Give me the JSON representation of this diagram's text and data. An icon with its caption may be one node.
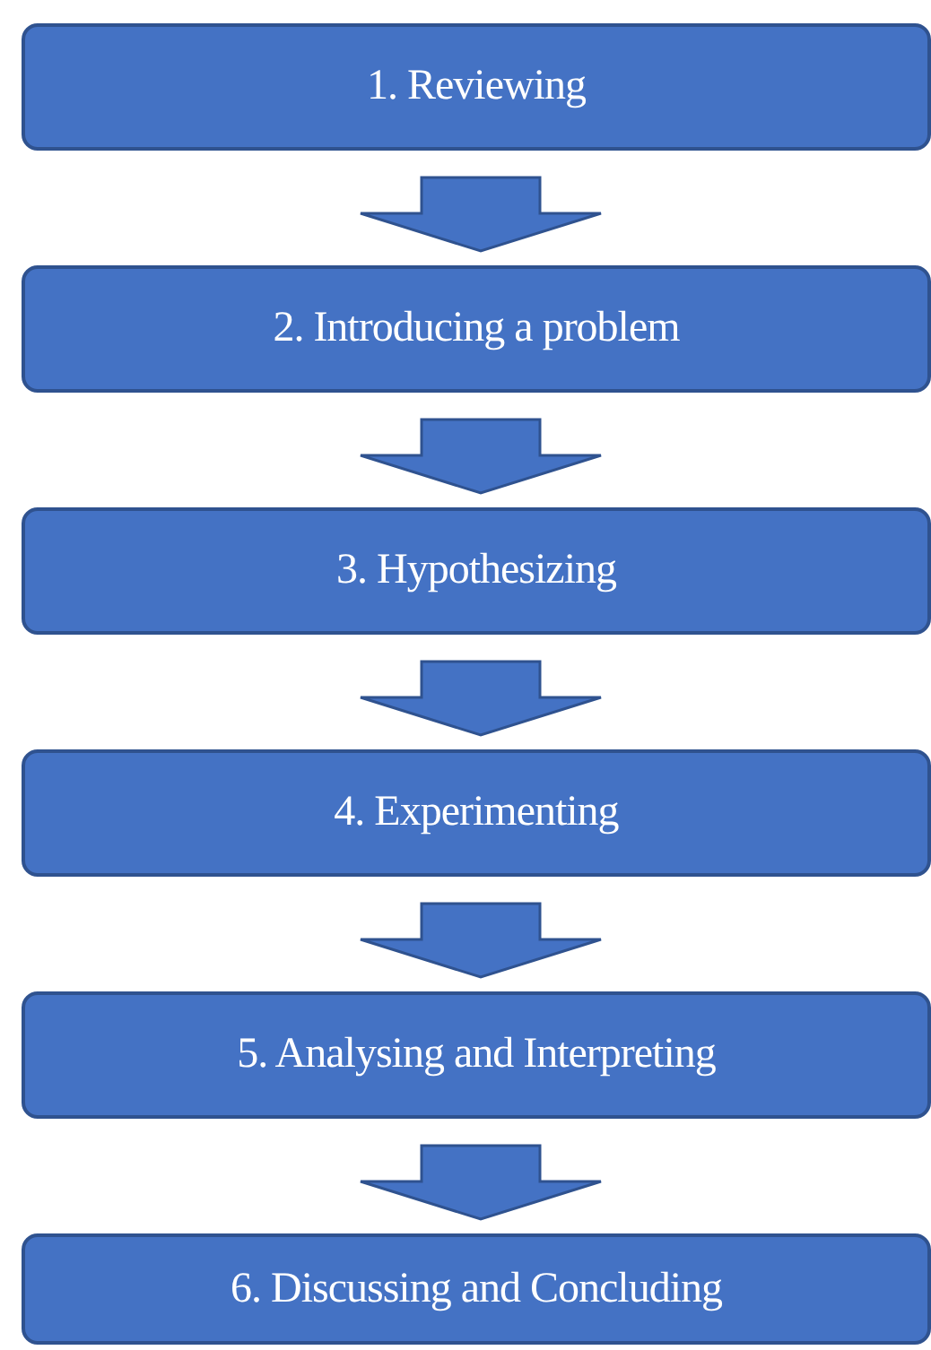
{
  "diagram": {
    "nodes": [
      {
        "text": [
          "1. Reviewing"
        ]
      },
      {
        "text": [
          "2. Introducing a problem"
        ]
      },
      {
        "text": [
          "3. Hypothesizing"
        ]
      },
      {
        "text": [
          "4. Experimenting"
        ]
      },
      {
        "text": [
          "5. Analysing and Interpreting"
        ]
      },
      {
        "text": [
          "6. Discussing and Concluding"
        ]
      }
    ],
    "edges": [
      {
        "from": 0,
        "to": 1,
        "arrow": "to"
      },
      {
        "from": 1,
        "to": 2,
        "arrow": "to"
      },
      {
        "from": 2,
        "to": 3,
        "arrow": "to"
      },
      {
        "from": 3,
        "to": 4,
        "arrow": "to"
      },
      {
        "from": 4,
        "to": 5,
        "arrow": "to"
      }
    ]
  }
}
